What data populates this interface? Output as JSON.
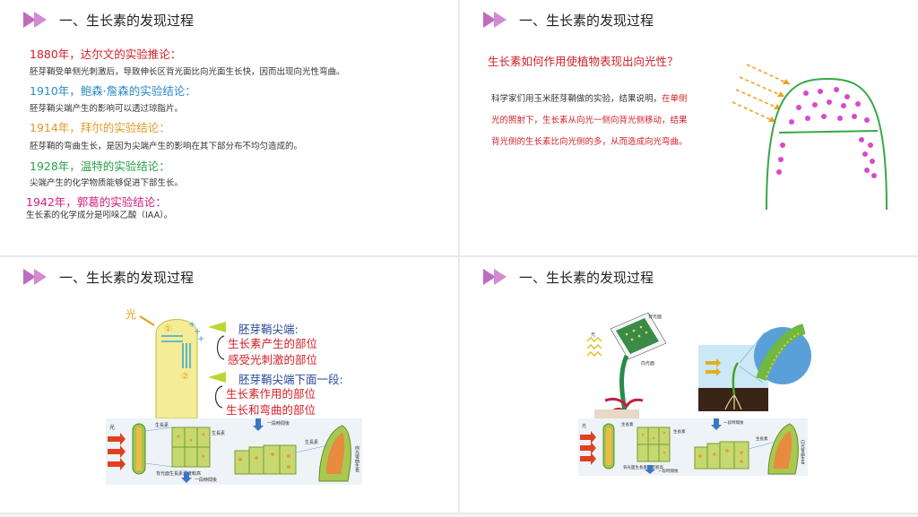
{
  "slides": [
    {
      "title": "一、生长素的发现过程",
      "entries": [
        {
          "heading": "1880年，达尔文的实验推论：",
          "body": "胚芽鞘受单侧光刺激后，导致伸长区背光面比向光面生长快，因而出现向光性弯曲。",
          "color": "#d11f26"
        },
        {
          "heading": "1910年，鲍森·詹森的实验结论：",
          "body": "胚芽鞘尖端产生的影响可以透过琼脂片。",
          "color": "#2c8bc4"
        },
        {
          "heading": "1914年，拜尔的实验结论：",
          "body": "胚芽鞘的弯曲生长，是因为尖端产生的影响在其下部分布不均匀造成的。",
          "color": "#e09b2a"
        },
        {
          "heading": "1928年，温特的实验结论：",
          "body": "尖端产生的化学物质能够促进下部生长。",
          "color": "#2ba04a"
        },
        {
          "heading": "1942年，郭葛的实验结论：",
          "body": "生长素的化学成分是吲哚乙酸（IAA）。",
          "color": "#d61a7a"
        }
      ]
    },
    {
      "title": "一、生长素的发现过程",
      "question": "生长素如何作用使植物表现出向光性？",
      "paragraph_plain_1": "科学家们用玉米胚芽鞘做的实验，结果说明，",
      "paragraph_red_1": "在单侧光的照射下，生长素从向光一侧向背光侧移动，",
      "paragraph_red_2": "结果背光侧的生长素比向光侧的多，从而造成向光弯曲。"
    },
    {
      "title": "一、生长素的发现过程",
      "light_label": "光",
      "marker_1": "①",
      "marker_2": "②",
      "tip_label": "胚芽鞘尖端:",
      "tip_points": [
        "生长素产生的部位",
        "感受光刺激的部位"
      ],
      "lower_label": "胚芽鞘尖端下面一段:",
      "lower_points": [
        "生长素作用的部位",
        "生长和弯曲的部位"
      ],
      "diagram": {
        "light": "光",
        "label_top_1": "生長素",
        "label_top_2": "生長素",
        "label_time_1": "一段時間後",
        "label_bottom": "背光面生長素濃度較高",
        "label_time_2": "一段時間後",
        "label_side": "生長素",
        "label_vertical": "向光彎曲生長"
      }
    },
    {
      "title": "一、生长素的发现过程",
      "photo_labels": {
        "backlight": "背光面",
        "light": "光",
        "towardlight": "向光面"
      },
      "diagram": {
        "light": "光",
        "label_top_1": "生長素",
        "label_top_2": "生長素",
        "label_time_1": "一段時間後",
        "label_bottom": "背光面生長素濃度較高",
        "label_time_2": "一段時間後",
        "label_side": "生長素",
        "label_vertical": "向光彎曲生長"
      }
    }
  ]
}
